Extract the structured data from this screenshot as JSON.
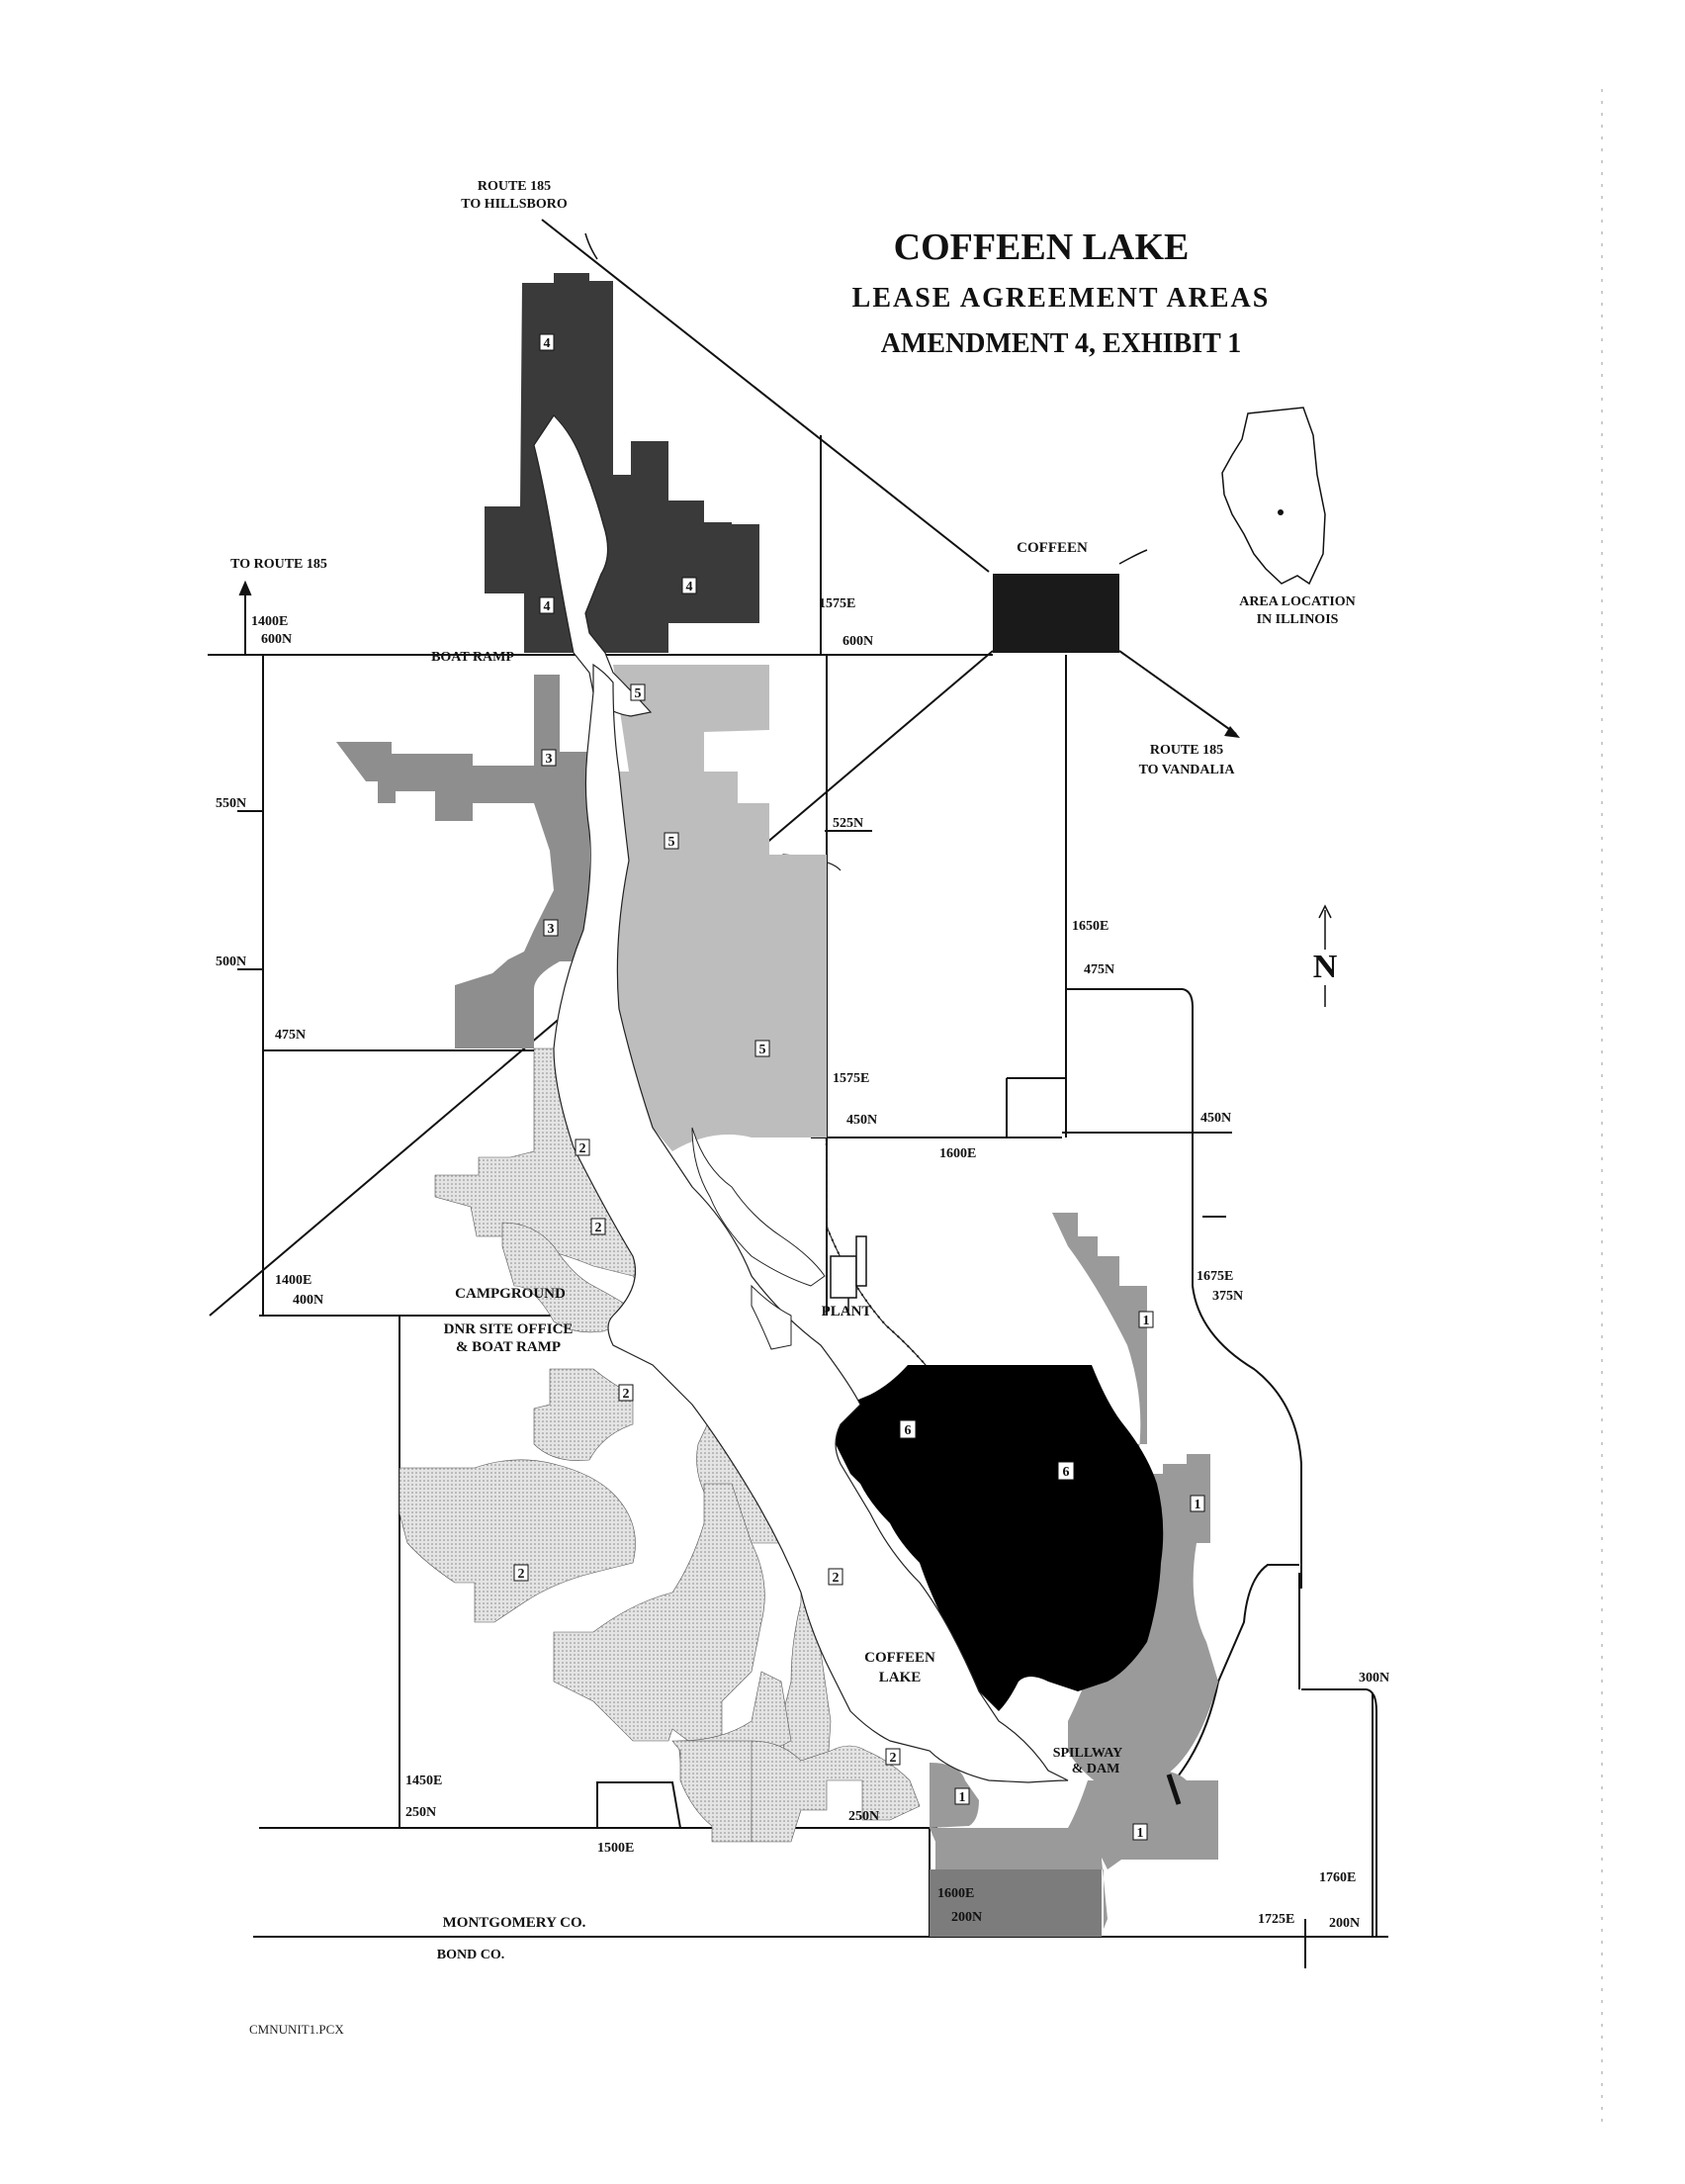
{
  "title": {
    "main": "COFFEEN LAKE",
    "line2": "LEASE AGREEMENT AREAS",
    "line3": "AMENDMENT 4, EXHIBIT  1"
  },
  "inset": {
    "label_line1": "AREA LOCATION",
    "label_line2": "IN ILLINOIS"
  },
  "north": "N",
  "places": {
    "coffeen": "COFFEEN",
    "boat_ramp": "BOAT RAMP",
    "campground": "CAMPGROUND",
    "dnr_line1": "DNR SITE OFFICE",
    "dnr_line2": "& BOAT RAMP",
    "plant": "PLANT",
    "lake_line1": "COFFEEN",
    "lake_line2": "LAKE",
    "spillway_line1": "SPILLWAY",
    "spillway_line2": "& DAM",
    "montgomery": "MONTGOMERY CO.",
    "bond": "BOND CO."
  },
  "routes": {
    "hillsboro_line1": "ROUTE 185",
    "hillsboro_line2": "TO HILLSBORO",
    "to_route": "TO ROUTE 185",
    "vandalia_line1": "ROUTE 185",
    "vandalia_line2": "TO VANDALIA"
  },
  "grid_labels": {
    "r1400e_600n_a": "1400E",
    "r1400e_600n_b": "600N",
    "r1575e_top": "1575E",
    "r600n": "600N",
    "r550n": "550N",
    "r525n": "525N",
    "r500n": "500N",
    "r475n_left": "475N",
    "r1650e": "1650E",
    "r475n_right": "475N",
    "r1575e_mid": "1575E",
    "r450n_mid": "450N",
    "r1600e": "1600E",
    "r450n_right": "450N",
    "r1400e_400n_a": "1400E",
    "r1400e_400n_b": "400N",
    "r1675e": "1675E",
    "r375n": "375N",
    "r300n": "300N",
    "r1450e": "1450E",
    "r250n_left": "250N",
    "r250n_mid": "250N",
    "r1500e": "1500E",
    "r1760e": "1760E",
    "r1600e_bottom": "1600E",
    "r200n_mid": "200N",
    "r1725e": "1725E",
    "r200n_right": "200N"
  },
  "areas": [
    "1",
    "2",
    "3",
    "4",
    "5",
    "6"
  ],
  "area_colors": {
    "1": "#9a9a9a",
    "2": "#d2d2d2",
    "3": "#8e8e8e",
    "4": "#3a3a3a",
    "5": "#bdbdbd",
    "6": "#000000"
  },
  "file_name": "CMNUNIT1.PCX"
}
